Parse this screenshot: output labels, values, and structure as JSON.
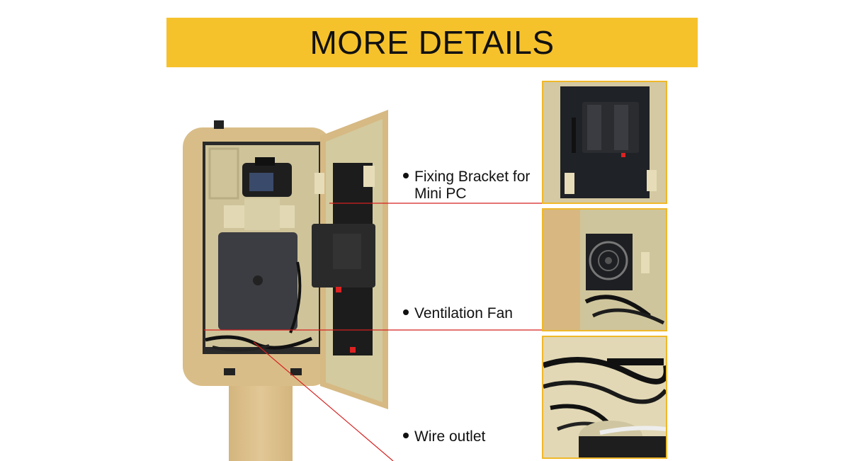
{
  "banner": {
    "title": "MORE DETAILS"
  },
  "callouts": [
    {
      "line1": "Fixing Bracket for",
      "line2": "Mini PC"
    },
    {
      "line1": "Ventilation Fan"
    },
    {
      "line1": "Wire outlet"
    }
  ],
  "colors": {
    "banner": "#f6c22c",
    "thumb_border": "#f0b82a",
    "pointer_line": "#d62020"
  }
}
